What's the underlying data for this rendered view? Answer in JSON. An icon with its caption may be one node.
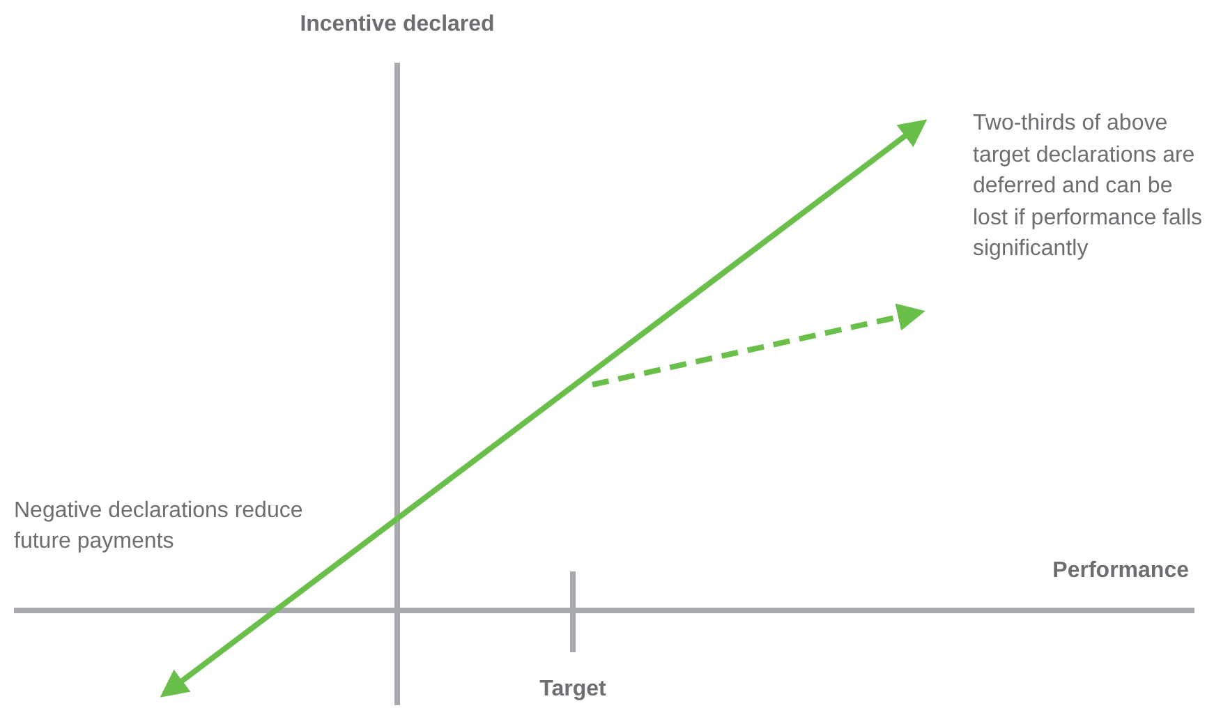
{
  "diagram": {
    "labels": [
      "Incentive declared",
      "Two-thirds of above target declarations are deferred and can be lost if performance falls significantly",
      "Negative declarations reduce future payments",
      "Performance",
      "Target"
    ]
  }
}
